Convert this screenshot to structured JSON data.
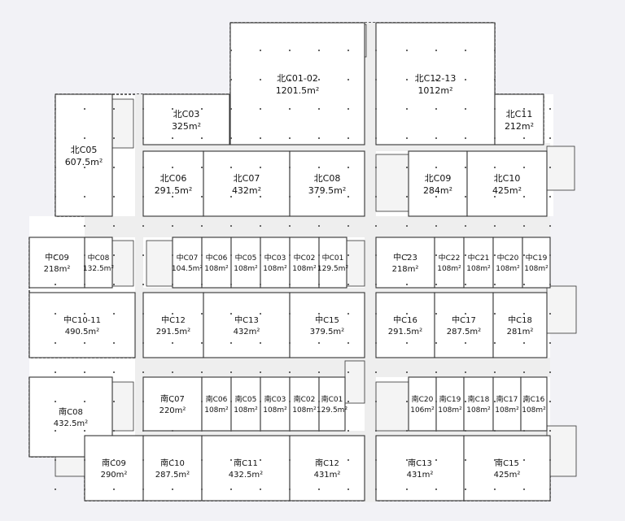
{
  "north": [
    {
      "name": "北C03",
      "area": "325m²"
    },
    {
      "name": "北C01-02",
      "area": "1201.5m²"
    },
    {
      "name": "北C12-13",
      "area": "1012m²"
    },
    {
      "name": "北C11",
      "area": "212m²"
    },
    {
      "name": "北C05",
      "area": "607.5m²"
    },
    {
      "name": "北C06",
      "area": "291.5m²"
    },
    {
      "name": "北C07",
      "area": "432m²"
    },
    {
      "name": "北C08",
      "area": "379.5m²"
    },
    {
      "name": "北C09",
      "area": "284m²"
    },
    {
      "name": "北C10",
      "area": "425m²"
    }
  ],
  "middle": [
    {
      "name": "中C09",
      "area": "218m²"
    },
    {
      "name": "中C08",
      "area": "132.5m²"
    },
    {
      "name": "中C07",
      "area": "104.5m²"
    },
    {
      "name": "中C06",
      "area": "108m²"
    },
    {
      "name": "中C05",
      "area": "108m²"
    },
    {
      "name": "中C03",
      "area": "108m²"
    },
    {
      "name": "中C02",
      "area": "108m²"
    },
    {
      "name": "中C01",
      "area": "129.5m²"
    },
    {
      "name": "中C23",
      "area": "218m²"
    },
    {
      "name": "中C22",
      "area": "108m²"
    },
    {
      "name": "中C21",
      "area": "108m²"
    },
    {
      "name": "中C20",
      "area": "108m²"
    },
    {
      "name": "中C19",
      "area": "108m²"
    },
    {
      "name": "中C10-11",
      "area": "490.5m²"
    },
    {
      "name": "中C12",
      "area": "291.5m²"
    },
    {
      "name": "中C13",
      "area": "432m²"
    },
    {
      "name": "中C15",
      "area": "379.5m²"
    },
    {
      "name": "中C16",
      "area": "291.5m²"
    },
    {
      "name": "中C17",
      "area": "287.5m²"
    },
    {
      "name": "中C18",
      "area": "281m²"
    }
  ],
  "south": [
    {
      "name": "南C08",
      "area": "432.5m²"
    },
    {
      "name": "南C07",
      "area": "220m²"
    },
    {
      "name": "南C06",
      "area": "108m²"
    },
    {
      "name": "南C05",
      "area": "108m²"
    },
    {
      "name": "南C03",
      "area": "108m²"
    },
    {
      "name": "南C02",
      "area": "108m²"
    },
    {
      "name": "南C01",
      "area": "129.5m²"
    },
    {
      "name": "南C20",
      "area": "106m²"
    },
    {
      "name": "南C19",
      "area": "108m²"
    },
    {
      "name": "南C18",
      "area": "108m²"
    },
    {
      "name": "南C17",
      "area": "108m²"
    },
    {
      "name": "南C16",
      "area": "108m²"
    },
    {
      "name": "南C09",
      "area": "290m²"
    },
    {
      "name": "南C10",
      "area": "287.5m²"
    },
    {
      "name": "南C11",
      "area": "432.5m²"
    },
    {
      "name": "南C12",
      "area": "431m²"
    },
    {
      "name": "南C13",
      "area": "431m²"
    },
    {
      "name": "南C15",
      "area": "425m²"
    }
  ]
}
